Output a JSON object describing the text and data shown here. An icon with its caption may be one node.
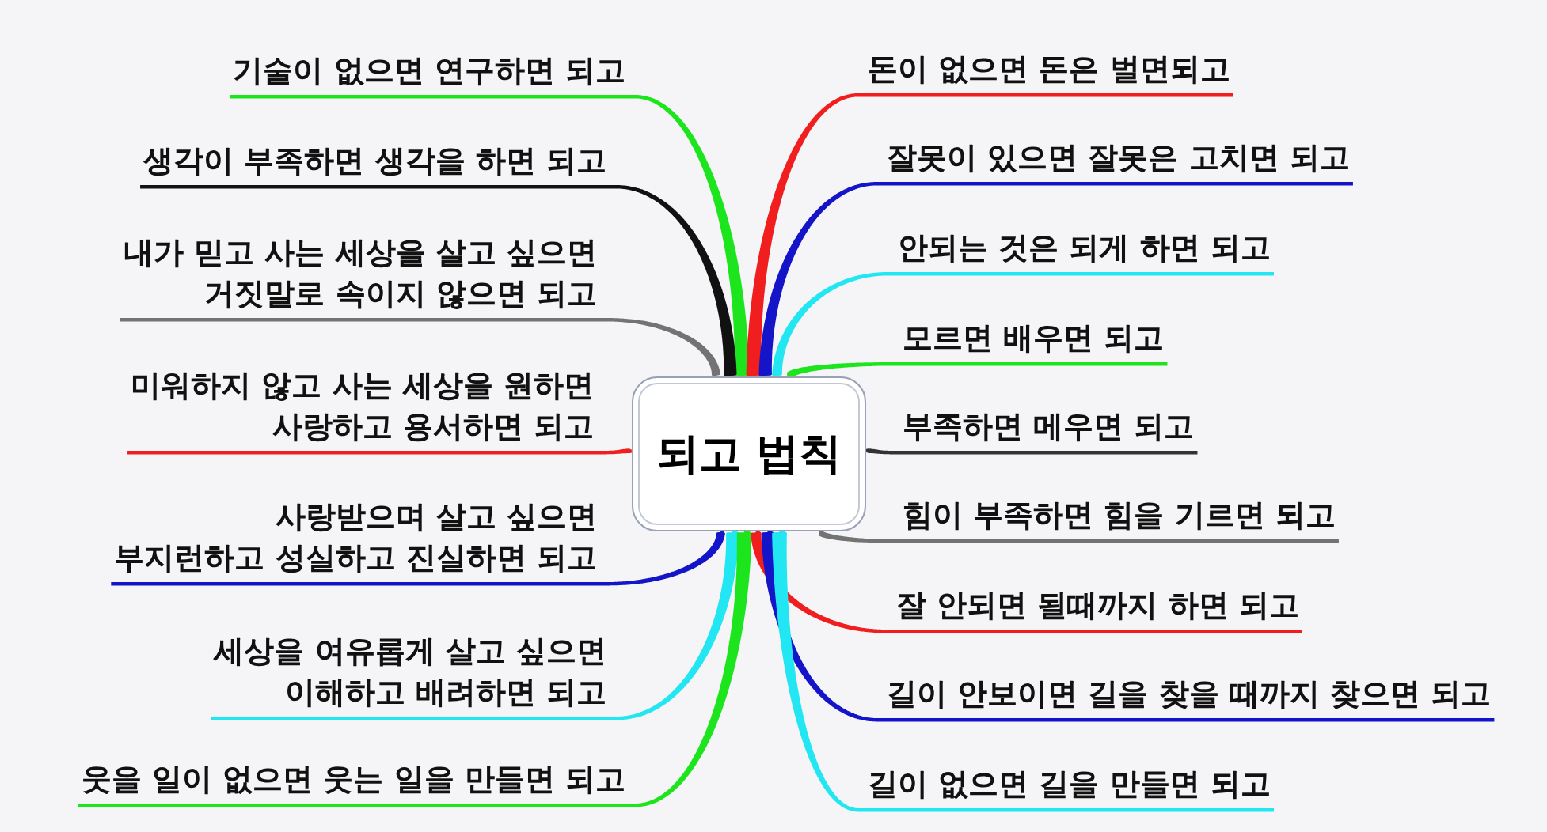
{
  "diagram": {
    "nodes": [
      {
        "text": [
          "되고 법칙"
        ]
      },
      {
        "text": [
          "기술이 없으면 연구하면 되고"
        ]
      },
      {
        "text": [
          "생각이 부족하면 생각을 하면 되고"
        ]
      },
      {
        "text": [
          "내가 믿고 사는 세상을 살고 싶으면 거짓말로 속이지 않으면 되고"
        ]
      },
      {
        "text": [
          "미워하지 않고 사는 세상을 원하면 사랑하고 용서하면 되고"
        ]
      },
      {
        "text": [
          "사랑받으며 살고 싶으면 부지런하고 성실하고 진실하면 되고"
        ]
      },
      {
        "text": [
          "세상을 여유롭게 살고 싶으면 이해하고 배려하면 되고"
        ]
      },
      {
        "text": [
          "웃을 일이 없으면 웃는 일을 만들면 되고"
        ]
      },
      {
        "text": [
          "돈이 없으면 돈은 벌면되고"
        ]
      },
      {
        "text": [
          "잘못이 있으면 잘못은 고치면 되고"
        ]
      },
      {
        "text": [
          "안되는 것은 되게 하면 되고"
        ]
      },
      {
        "text": [
          "모르면 배우면 되고"
        ]
      },
      {
        "text": [
          "부족하면 메우면 되고"
        ]
      },
      {
        "text": [
          "힘이 부족하면 힘을 기르면 되고"
        ]
      },
      {
        "text": [
          "잘 안되면 될때까지 하면 되고"
        ]
      },
      {
        "text": [
          "길이 안보이면 길을 찾을 때까지 찾으면 되고"
        ]
      },
      {
        "text": [
          "길이 없으면 길을 만들면 되고"
        ]
      }
    ],
    "edges": [
      {
        "from": 0,
        "to": 1,
        "arrow": "none",
        "color": "#1de51d"
      },
      {
        "from": 0,
        "to": 2,
        "arrow": "none",
        "color": "#111111"
      },
      {
        "from": 0,
        "to": 3,
        "arrow": "none",
        "color": "#737373"
      },
      {
        "from": 0,
        "to": 4,
        "arrow": "none",
        "color": "#f01e1e"
      },
      {
        "from": 0,
        "to": 5,
        "arrow": "none",
        "color": "#1414c8"
      },
      {
        "from": 0,
        "to": 6,
        "arrow": "none",
        "color": "#22e6f2"
      },
      {
        "from": 0,
        "to": 7,
        "arrow": "none",
        "color": "#1de51d"
      },
      {
        "from": 0,
        "to": 8,
        "arrow": "none",
        "color": "#f01e1e"
      },
      {
        "from": 0,
        "to": 9,
        "arrow": "none",
        "color": "#1414c8"
      },
      {
        "from": 0,
        "to": 10,
        "arrow": "none",
        "color": "#22e6f2"
      },
      {
        "from": 0,
        "to": 11,
        "arrow": "none",
        "color": "#1de51d"
      },
      {
        "from": 0,
        "to": 12,
        "arrow": "none",
        "color": "#333333"
      },
      {
        "from": 0,
        "to": 13,
        "arrow": "none",
        "color": "#737373"
      },
      {
        "from": 0,
        "to": 14,
        "arrow": "none",
        "color": "#f01e1e"
      },
      {
        "from": 0,
        "to": 15,
        "arrow": "none",
        "color": "#1414c8"
      },
      {
        "from": 0,
        "to": 16,
        "arrow": "none",
        "color": "#22e6f2"
      }
    ]
  }
}
